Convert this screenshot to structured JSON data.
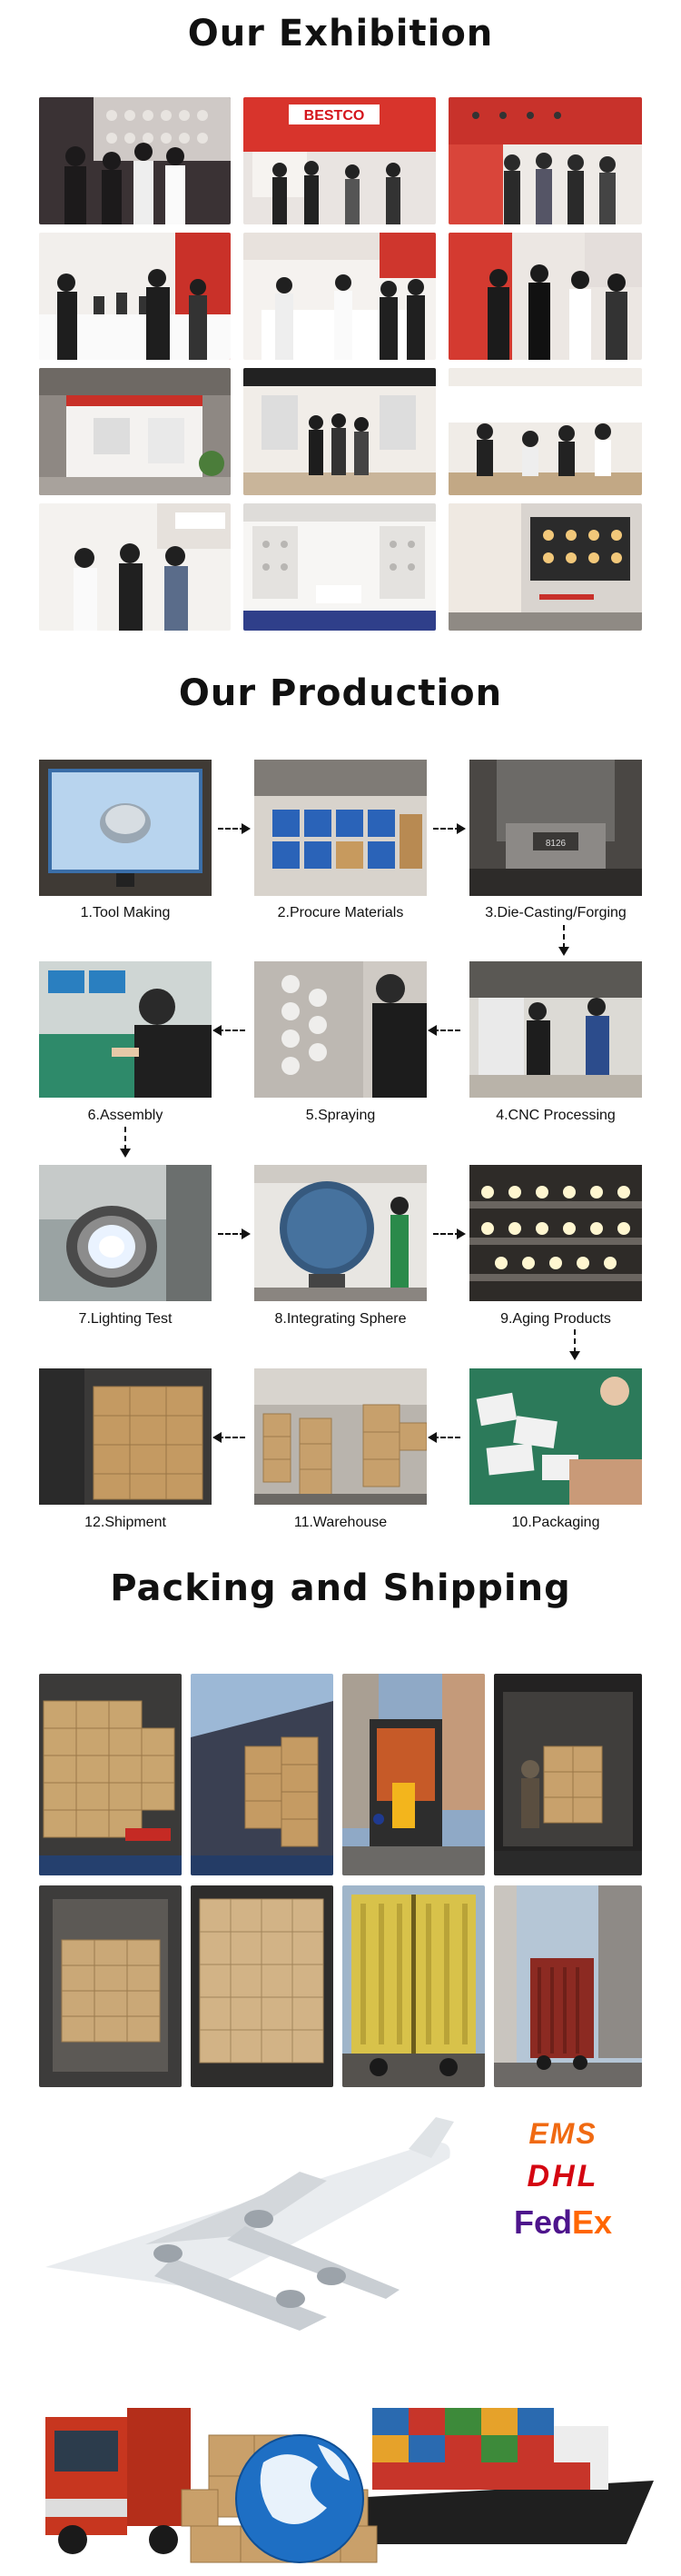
{
  "exhibition": {
    "title": "Our Exhibition",
    "brand_sign": "BESTCO"
  },
  "production": {
    "title": "Our Production",
    "steps": [
      {
        "label": "1.Tool Making"
      },
      {
        "label": "2.Procure Materials"
      },
      {
        "label": "3.Die-Casting/Forging"
      },
      {
        "label": "4.CNC Processing"
      },
      {
        "label": "5.Spraying"
      },
      {
        "label": "6.Assembly"
      },
      {
        "label": "7.Lighting Test"
      },
      {
        "label": "8.Integrating Sphere"
      },
      {
        "label": "9.Aging Products"
      },
      {
        "label": "10.Packaging"
      },
      {
        "label": "11.Warehouse"
      },
      {
        "label": "12.Shipment"
      }
    ]
  },
  "shipping": {
    "title": "Packing and Shipping",
    "carriers": {
      "ems": "EMS",
      "dhl": "DHL",
      "fedex_fed": "Fed",
      "fedex_ex": "Ex"
    }
  },
  "colors": {
    "accent_red": "#d4141b",
    "ems_orange": "#f06a12",
    "dhl_red": "#d40511",
    "fedex_purple": "#4d148c",
    "fedex_orange": "#ff6600"
  }
}
